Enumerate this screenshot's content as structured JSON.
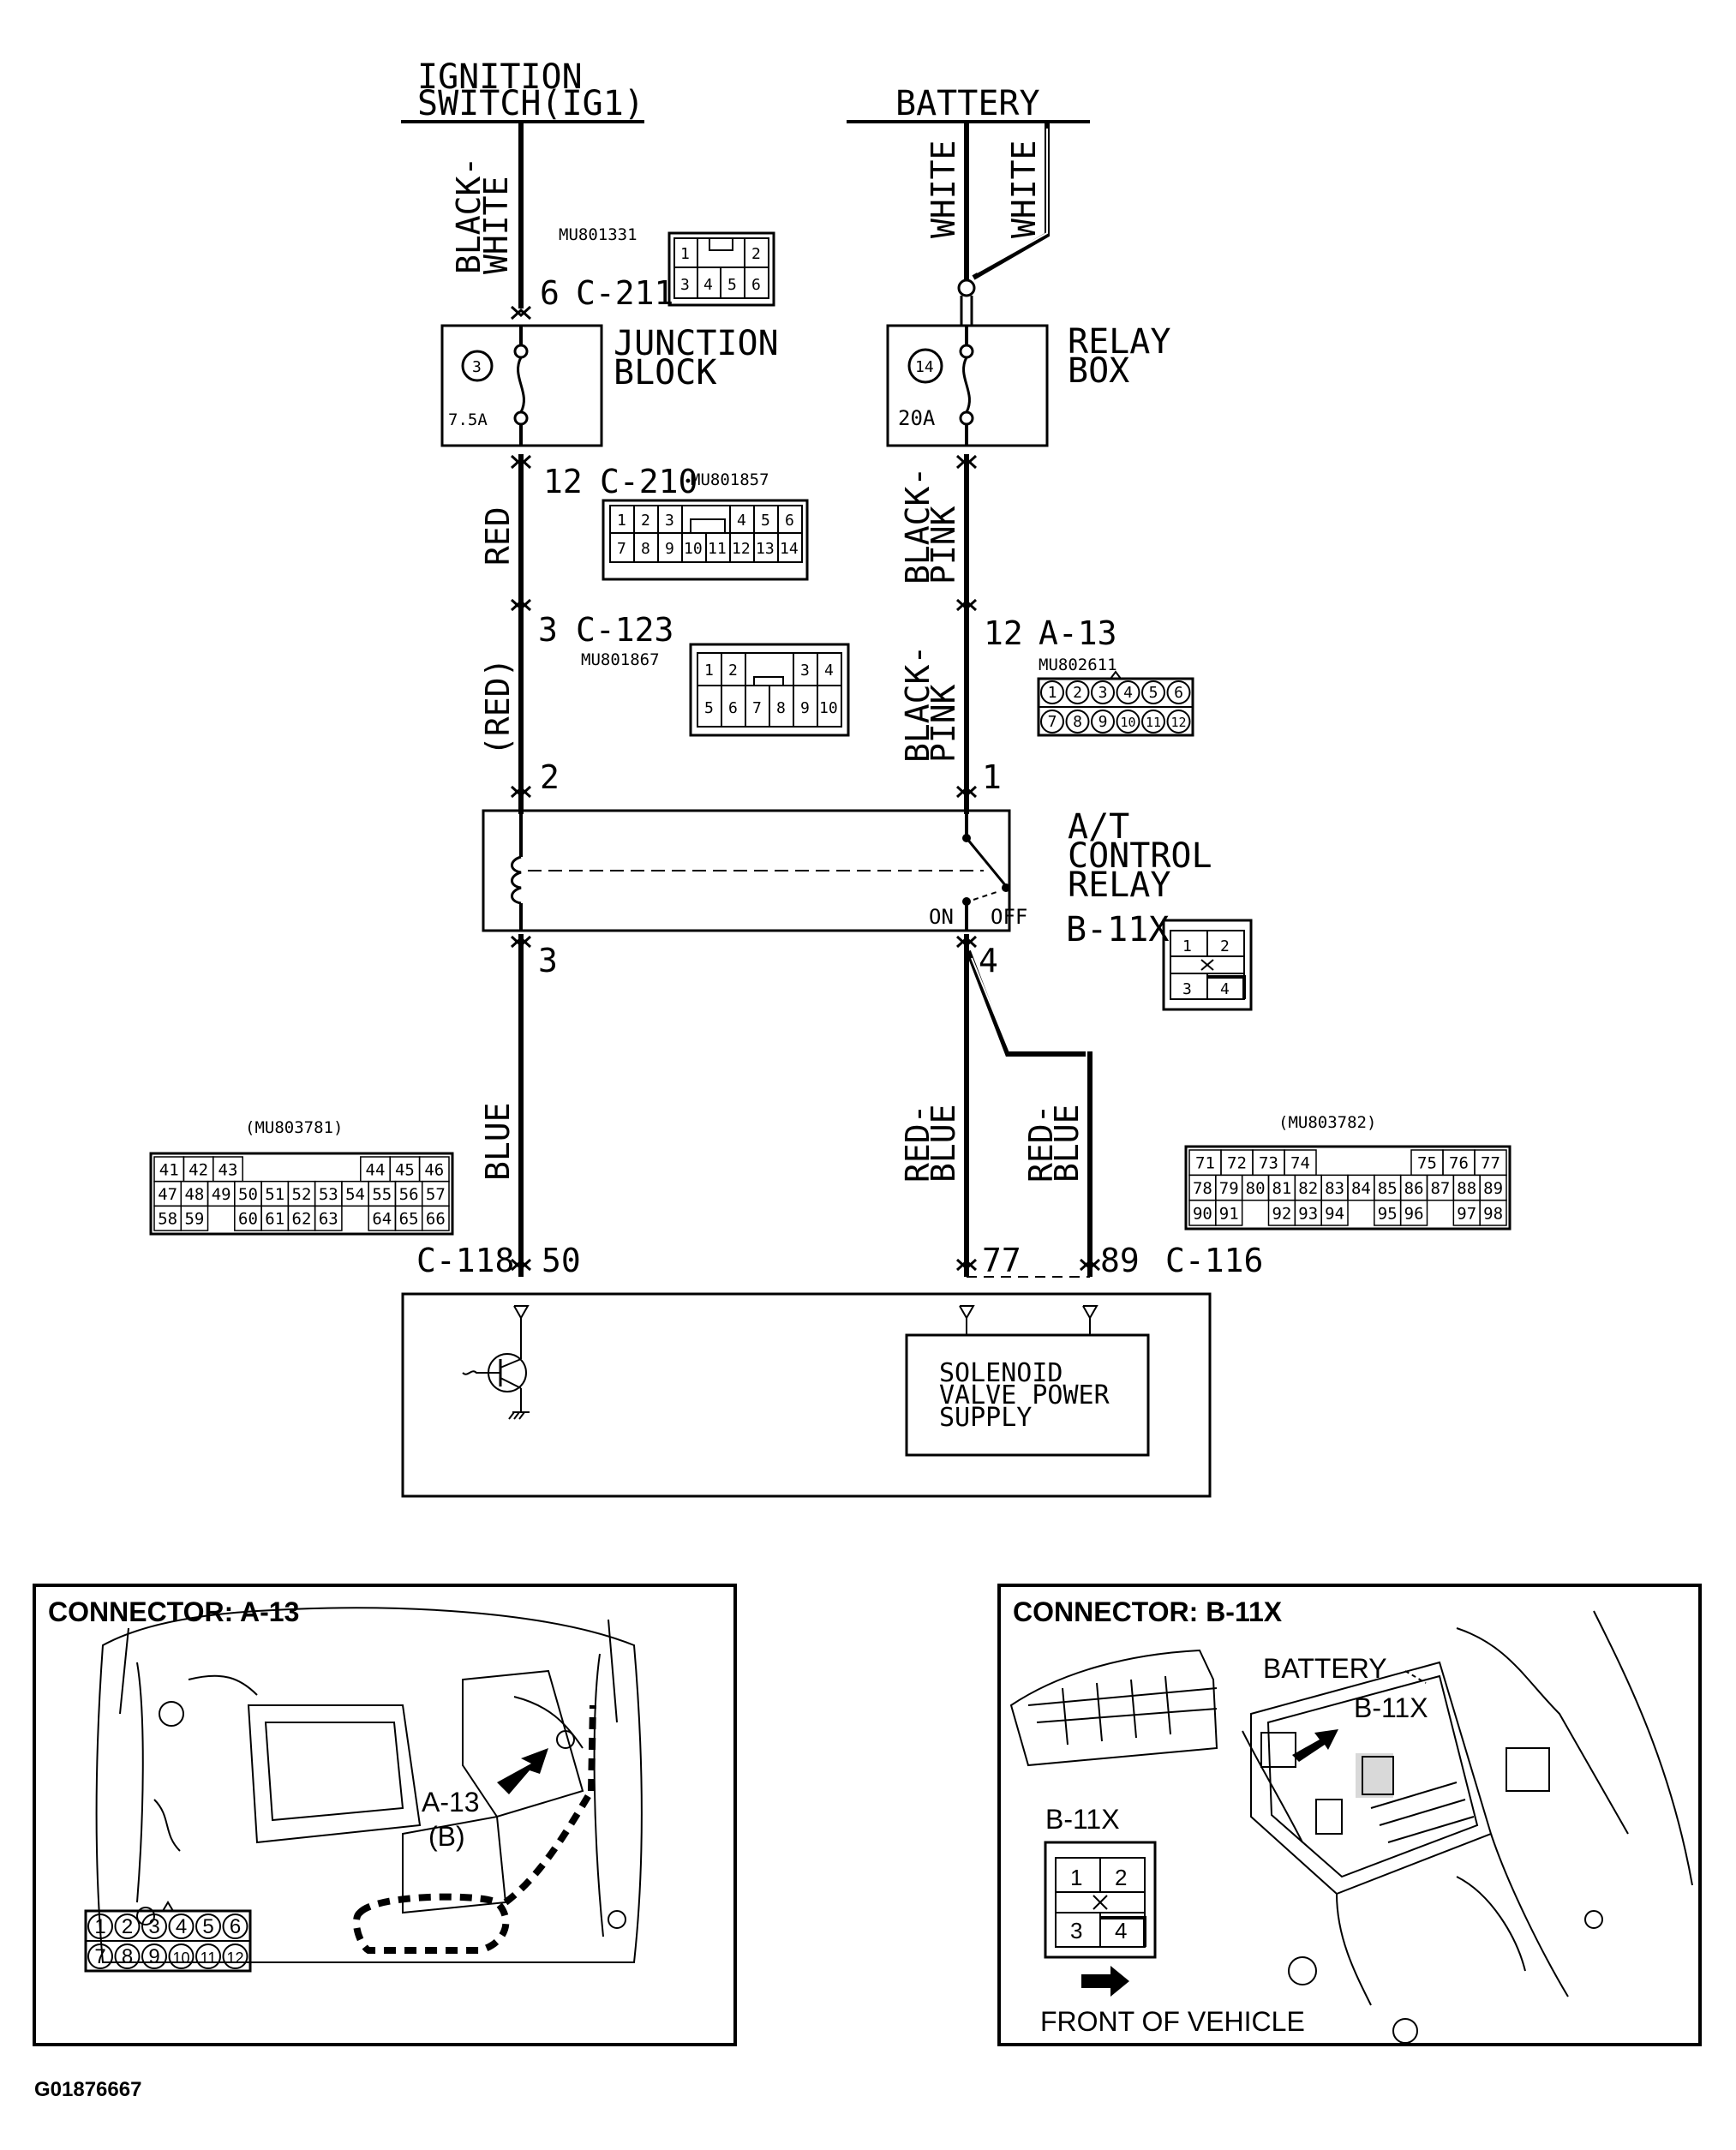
{
  "sources": {
    "ignition_line1": "IGNITION",
    "ignition_line2": "SWITCH(IG1)",
    "battery": "BATTERY"
  },
  "wire_colors": {
    "black_white_1": "BLACK-",
    "black_white_2": "WHITE",
    "white_left": "WHITE",
    "white_right": "WHITE",
    "red": "RED",
    "red_paren": "(RED)",
    "black_pink_upper_1": "BLACK-",
    "black_pink_upper_2": "PINK",
    "black_pink_lower_1": "BLACK-",
    "black_pink_lower_2": "PINK",
    "blue": "BLUE",
    "red_blue_left_1": "RED-",
    "red_blue_left_2": "BLUE",
    "red_blue_right_1": "RED-",
    "red_blue_right_2": "BLUE"
  },
  "connectors": {
    "c211": {
      "pin": "6",
      "name": "C-211",
      "part": "MU801331"
    },
    "c210": {
      "pin": "12",
      "name": "C-210",
      "part": "MU801857"
    },
    "c123": {
      "pin": "3",
      "name": "C-123",
      "part": "MU801867"
    },
    "a13": {
      "pin": "12",
      "name": "A-13",
      "part": "MU802611"
    },
    "relay_pins": {
      "p2": "2",
      "p1": "1",
      "p3": "3",
      "p4": "4"
    },
    "b11x": "B-11X",
    "c118": {
      "name": "C-118",
      "pin": "50"
    },
    "c116": {
      "name": "C-116",
      "pin_a": "77",
      "pin_b": "89"
    },
    "mu803781": "(MU803781)",
    "mu803782": "(MU803782)"
  },
  "junction_block": {
    "fuse_no": "3",
    "rating": "7.5A",
    "label_1": "JUNCTION",
    "label_2": "BLOCK"
  },
  "relay_box": {
    "fuse_no": "14",
    "rating": "20A",
    "label_1": "RELAY",
    "label_2": "BOX"
  },
  "control_relay": {
    "label_1": "A/T",
    "label_2": "CONTROL",
    "label_3": "RELAY",
    "on": "ON",
    "off": "OFF"
  },
  "solenoid": {
    "line1": "SOLENOID",
    "line2": "VALVE POWER",
    "line3": "SUPPLY"
  },
  "pin_grids": {
    "c211": [
      [
        "1",
        "",
        "2"
      ],
      [
        "3",
        "4",
        "5",
        "6"
      ]
    ],
    "c210": [
      [
        "1",
        "2",
        "3",
        "",
        "4",
        "5",
        "6"
      ],
      [
        "7",
        "8",
        "9",
        "10",
        "11",
        "12",
        "13",
        "14"
      ]
    ],
    "c123": [
      [
        "1",
        "2",
        "",
        "3",
        "4"
      ],
      [
        "5",
        "6",
        "7",
        "8",
        "9",
        "10"
      ]
    ],
    "a13": [
      [
        "1",
        "2",
        "3",
        "4",
        "5",
        "6"
      ],
      [
        "7",
        "8",
        "9",
        "10",
        "11",
        "12"
      ]
    ],
    "b11x": [
      [
        "1",
        "2"
      ],
      [
        "3",
        "4"
      ]
    ],
    "ecu_left": [
      [
        "41",
        "42",
        "43",
        "",
        "",
        "",
        "",
        "44",
        "45",
        "46"
      ],
      [
        "47",
        "48",
        "49",
        "50",
        "51",
        "52",
        "53",
        "54",
        "55",
        "56",
        "57"
      ],
      [
        "58",
        "59",
        "",
        "60",
        "61",
        "62",
        "63",
        "",
        "64",
        "65",
        "66"
      ]
    ],
    "ecu_right": [
      [
        "71",
        "72",
        "73",
        "74",
        "",
        "",
        "",
        "75",
        "76",
        "77"
      ],
      [
        "78",
        "79",
        "80",
        "81",
        "82",
        "83",
        "84",
        "85",
        "86",
        "87",
        "88",
        "89"
      ],
      [
        "90",
        "91",
        "",
        "92",
        "93",
        "94",
        "",
        "95",
        "96",
        "",
        "97",
        "98"
      ]
    ]
  },
  "panel_left": {
    "title": "CONNECTOR: A-13",
    "callout_1": "A-13",
    "callout_2": "(B)"
  },
  "panel_right": {
    "title": "CONNECTOR: B-11X",
    "battery": "BATTERY",
    "callout": "B-11X",
    "inset_label": "B-11X",
    "front": "FRONT OF VEHICLE"
  },
  "figure_id": "G01876667"
}
